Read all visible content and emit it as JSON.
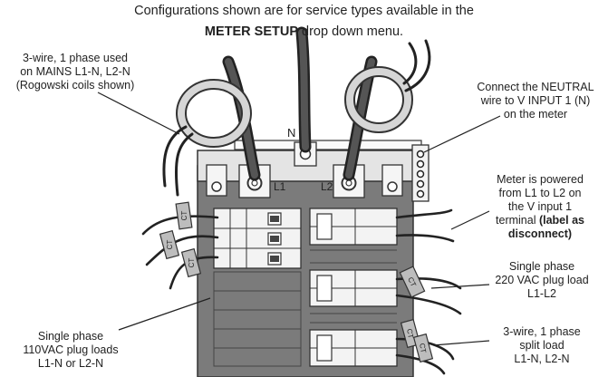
{
  "heading": {
    "line1": "Configurations shown are for service types available in the",
    "bold": "METER SETUP",
    "rest": " drop down menu."
  },
  "callouts": {
    "mains": [
      "3-wire, 1 phase used",
      "on MAINS L1-N, L2-N",
      "(Rogowski coils shown)"
    ],
    "neutral": [
      "Connect the NEUTRAL",
      "wire to V INPUT 1 (N)",
      "on the meter"
    ],
    "powered": {
      "lines": [
        "Meter is powered",
        "from L1 to L2 on",
        "the V input 1"
      ],
      "line4_plain": "terminal ",
      "line4_bold": "(label as",
      "line5_bold": "disconnect)"
    },
    "single220": [
      "Single phase",
      "220 VAC plug load",
      "L1-L2"
    ],
    "split": [
      "3-wire, 1 phase",
      "split load",
      "L1-N, L2-N"
    ],
    "single110": [
      "Single phase",
      "110VAC plug loads",
      "L1-N or L2-N"
    ]
  },
  "terminal_labels": {
    "neutral": "N",
    "l1": "L1",
    "l2": "L2"
  },
  "ct_label": "CT"
}
